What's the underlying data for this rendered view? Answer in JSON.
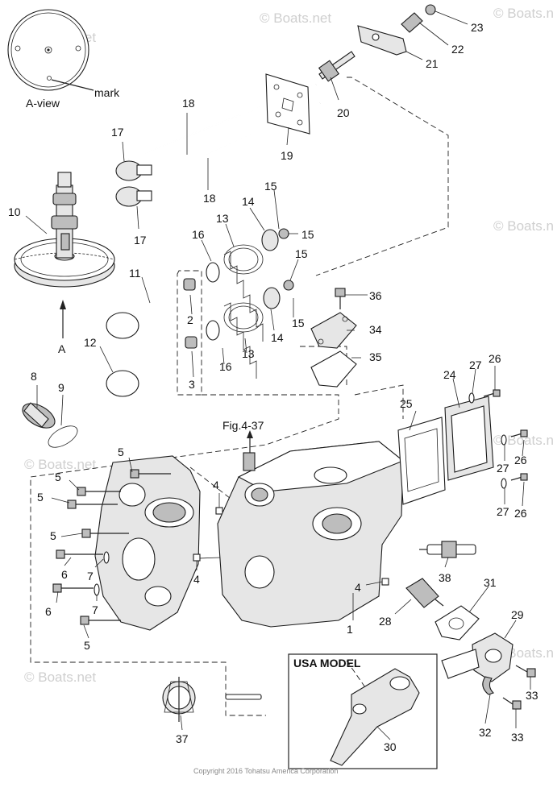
{
  "diagram": {
    "labels": {
      "a_view": "A-view",
      "mark": "mark",
      "arrow_a": "A",
      "fig_ref": "Fig.4-37",
      "usa_model": "USA MODEL",
      "copyright": "Copyright 2016 Tohatsu America Corporation",
      "watermark": "© Boats.net"
    },
    "part_numbers": {
      "p1": "1",
      "p2": "2",
      "p3": "3",
      "p4": "4",
      "p5": "5",
      "p6": "6",
      "p7": "7",
      "p8": "8",
      "p9": "9",
      "p10": "10",
      "p11": "11",
      "p12": "12",
      "p13": "13",
      "p14": "14",
      "p15": "15",
      "p16": "16",
      "p17": "17",
      "p18": "18",
      "p19": "19",
      "p20": "20",
      "p21": "21",
      "p22": "22",
      "p23": "23",
      "p24": "24",
      "p25": "25",
      "p26": "26",
      "p27": "27",
      "p28": "28",
      "p29": "29",
      "p30": "30",
      "p31": "31",
      "p32": "32",
      "p33": "33",
      "p34": "34",
      "p35": "35",
      "p36": "36",
      "p37": "37",
      "p38": "38"
    }
  }
}
